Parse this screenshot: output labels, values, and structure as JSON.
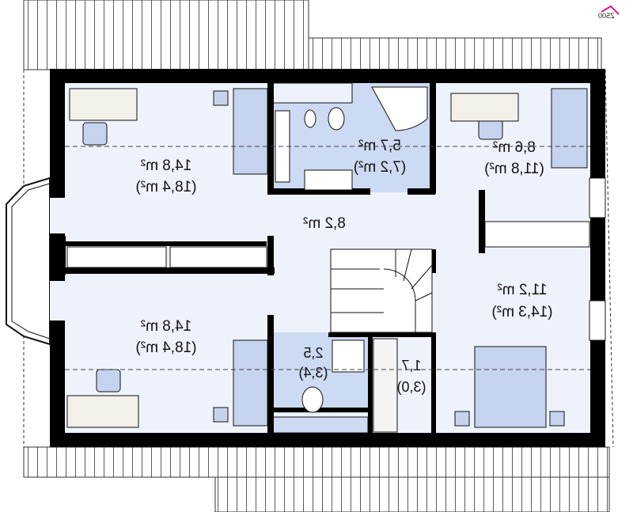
{
  "logo": {
    "text": "Z500",
    "accent": "#e5197b"
  },
  "rooms": [
    {
      "id": "bedroom-top-left",
      "area": "14,8 m²",
      "total": "(18,4 m²)"
    },
    {
      "id": "bathroom",
      "area": "5,7 m²",
      "total": "(7,2 m²)"
    },
    {
      "id": "bedroom-top-right",
      "area": "8,6 m²",
      "total": "(11,8 m²)"
    },
    {
      "id": "hall",
      "area": "8,2 m²"
    },
    {
      "id": "bedroom-bottom-right",
      "area": "11,2 m²",
      "total": "(14,3 m²)"
    },
    {
      "id": "bedroom-bottom-left",
      "area": "14,8 m²",
      "total": "(18,4 m²)"
    },
    {
      "id": "wc",
      "area": "2,5",
      "total": "(3,4)"
    },
    {
      "id": "closet",
      "area": "1,7",
      "total": "(3,0)"
    }
  ],
  "colors": {
    "wall": "#000000",
    "floor": "#eef2fa",
    "furniture": "#c6d3ee",
    "wet": "#cddaf3"
  }
}
